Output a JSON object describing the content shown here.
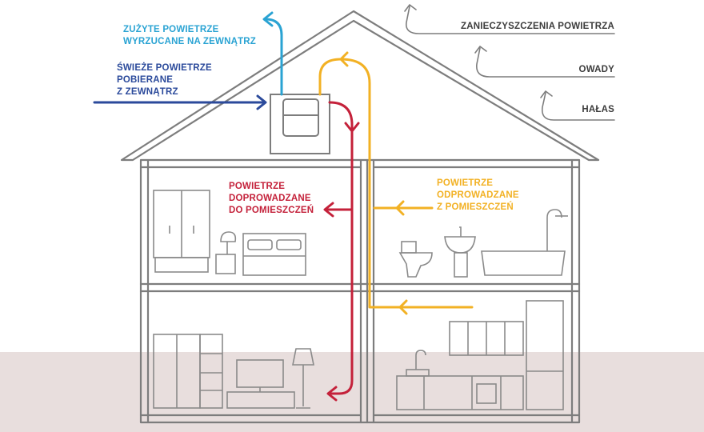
{
  "colors": {
    "outline": "#7d7d7d",
    "ground": "#e8dedd",
    "exhaust_blue": "#2aa3d3",
    "fresh_navy": "#2b4a9b",
    "supply_red": "#c4213a",
    "extract_yellow": "#f2b124",
    "text_dark": "#3c3c3c"
  },
  "labels": {
    "exhaust": [
      "ZUŻYTE POWIETRZE",
      "WYRZUCANE NA ZEWNĄTRZ"
    ],
    "fresh": [
      "ŚWIEŻE POWIETRZE",
      "POBIERANE",
      "Z ZEWNĄTRZ"
    ],
    "supply": [
      "POWIETRZE",
      "DOPROWADZANE",
      "DO POMIESZCZEŃ"
    ],
    "extract": [
      "POWIETRZE",
      "ODPROWADZANE",
      "Z POMIESZCZEŃ"
    ],
    "pollution": "ZANIECZYSZCZENIA POWIETRZA",
    "insects": "OWADY",
    "noise": "HAŁAS"
  }
}
